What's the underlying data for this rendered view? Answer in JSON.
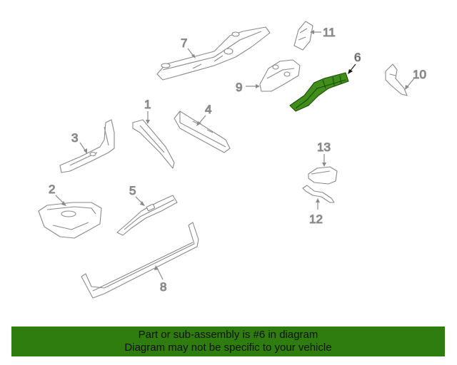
{
  "callouts": [
    {
      "id": "1",
      "label": "1",
      "highlighted": false
    },
    {
      "id": "2",
      "label": "2",
      "highlighted": false
    },
    {
      "id": "3",
      "label": "3",
      "highlighted": false
    },
    {
      "id": "4",
      "label": "4",
      "highlighted": false
    },
    {
      "id": "5",
      "label": "5",
      "highlighted": false
    },
    {
      "id": "6",
      "label": "6",
      "highlighted": true
    },
    {
      "id": "7",
      "label": "7",
      "highlighted": false
    },
    {
      "id": "8",
      "label": "8",
      "highlighted": false
    },
    {
      "id": "9",
      "label": "9",
      "highlighted": false
    },
    {
      "id": "10",
      "label": "10",
      "highlighted": false
    },
    {
      "id": "11",
      "label": "11",
      "highlighted": false
    },
    {
      "id": "12",
      "label": "12",
      "highlighted": false
    },
    {
      "id": "13",
      "label": "13",
      "highlighted": false
    }
  ],
  "banner": {
    "line1": "Part or sub-assembly is #6 in diagram",
    "line2": "Diagram may not be specific to your vehicle"
  },
  "colors": {
    "highlight_part": "#3f8f1a",
    "banner_bg": "#2f7d0e",
    "outline": "#8a8a8a"
  }
}
